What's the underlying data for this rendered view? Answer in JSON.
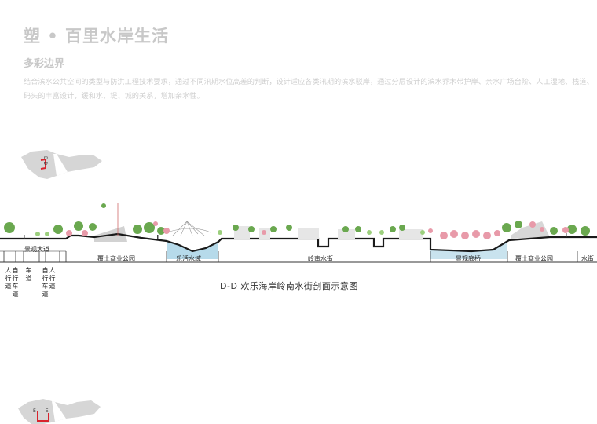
{
  "header": {
    "title": "塑 • 百里水岸生活",
    "subtitle": "多彩边界",
    "description": "结合滨水公共空间的类型与防洪工程技术要求，通过不同汛期水位高差的判断，设计适应各类汛期的滨水驳岸，通过分层设计的滨水乔木带护岸、亲水广场台阶、人工湿地、栈道、码头的丰富设计，缓和水、堤、城的关系，增加亲水性。"
  },
  "key_map_top": {
    "marker_label": "D D"
  },
  "key_map_bottom": {
    "marker_label": "E E"
  },
  "section": {
    "caption": "D-D  欢乐海岸岭南水街剖面示意图",
    "segments": [
      "景观大道",
      "覆土商业公园",
      "乐活水域",
      "岭南水街",
      "景观廊桥",
      "覆土商业公园",
      "水街"
    ],
    "vertical_labels": [
      "人行道",
      "自行车道",
      "车道",
      "自行车道",
      "人行道"
    ]
  },
  "colors": {
    "water": "#a9d3e6",
    "tree_green": "#6aa84f",
    "tree_pink": "#e89aa9",
    "ground": "#222222",
    "mound": "#cfcfcf"
  }
}
